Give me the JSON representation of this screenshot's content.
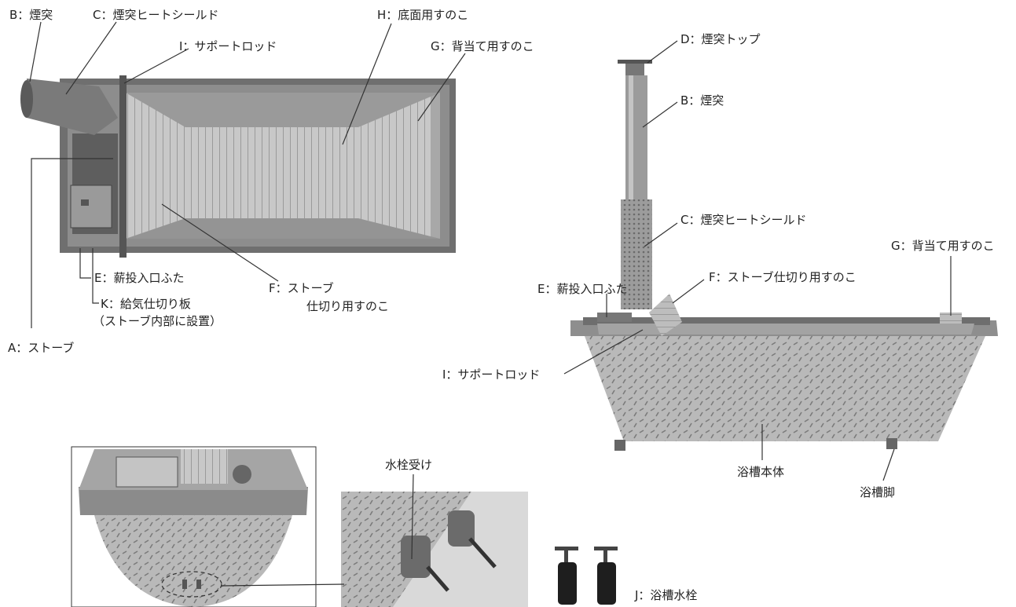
{
  "top_view": {
    "labels": {
      "b": "B：煙突",
      "c": "C：煙突ヒートシールド",
      "i": "I：サポートロッド",
      "h": "H：底面用すのこ",
      "g": "G：背当て用すのこ",
      "e": "E：薪投入口ふた",
      "k_line1": "K：給気仕切り板",
      "k_line2": "（ストーブ内部に設置）",
      "a": "A：ストーブ",
      "f_line1": "F：ストーブ",
      "f_line2": "仕切り用すのこ"
    }
  },
  "side_view": {
    "labels": {
      "d": "D：煙突トップ",
      "b": "B：煙突",
      "c": "C：煙突ヒートシールド",
      "g": "G：背当て用すのこ",
      "f": "F：ストーブ仕切り用すのこ",
      "e": "E：薪投入口ふた",
      "i": "I：サポートロッド",
      "body": "浴槽本体",
      "legs": "浴槽脚"
    }
  },
  "detail": {
    "labels": {
      "faucet_receiver": "水栓受け",
      "j": "J：浴槽水栓"
    }
  }
}
